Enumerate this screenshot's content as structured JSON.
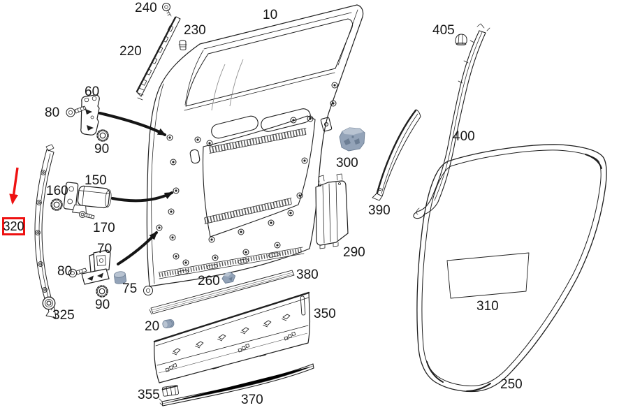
{
  "colors": {
    "line": "#1f1f1f",
    "highlight_red": "#ee1111",
    "paper": "#ffffff",
    "part_gray": "#93a3b8",
    "part_gray_light": "#b9c4d2",
    "part_gray_dark": "#6c7e94"
  },
  "highlight": {
    "label": "320"
  },
  "labels": {
    "l10": "10",
    "l20": "20",
    "l60": "60",
    "l70": "70",
    "l75": "75",
    "l80a": "80",
    "l80b": "80",
    "l90a": "90",
    "l90b": "90",
    "l150": "150",
    "l160": "160",
    "l170": "170",
    "l220": "220",
    "l230": "230",
    "l240": "240",
    "l250": "250",
    "l260": "260",
    "l290": "290",
    "l300": "300",
    "l310": "310",
    "l325": "325",
    "l350": "350",
    "l355": "355",
    "l370": "370",
    "l380": "380",
    "l390": "390",
    "l400": "400",
    "l405": "405"
  }
}
